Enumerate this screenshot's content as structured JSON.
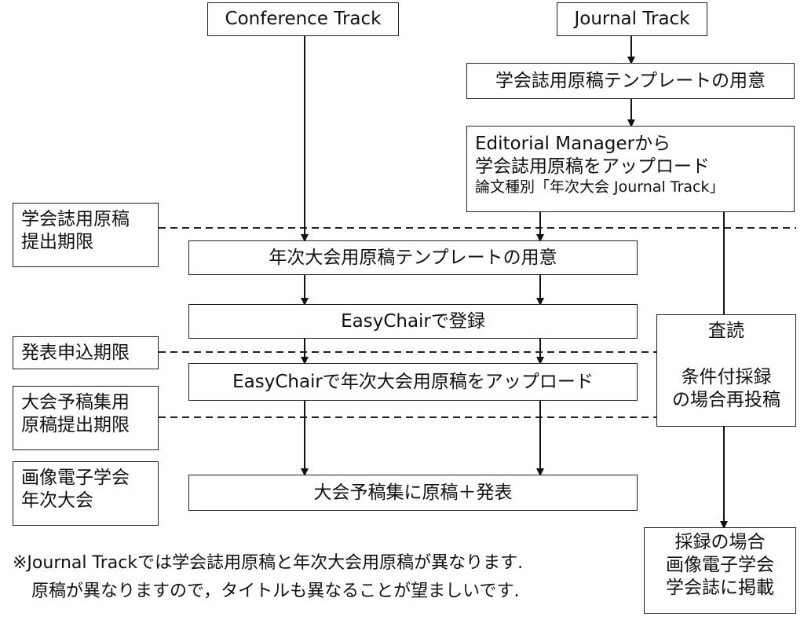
{
  "tracks": {
    "conference": "Conference Track",
    "journal": "Journal Track"
  },
  "journal_steps": {
    "template": "学会誌用原稿テンプレートの用意",
    "upload_line1": "Editorial Managerから",
    "upload_line2": "学会誌用原稿をアップロード",
    "upload_line3": "論文種別「年次大会 Journal Track」"
  },
  "center_steps": {
    "template": "年次大会用原稿テンプレートの用意",
    "register": "EasyChairで登録",
    "upload": "EasyChairで年次大会用原稿をアップロード",
    "present": "大会予稿集に原稿＋発表"
  },
  "deadlines": {
    "journal_line1": "学会誌用原稿",
    "journal_line2": "提出期限",
    "apply": "発表申込期限",
    "proc_line1": "大会予稿集用",
    "proc_line2": "原稿提出期限",
    "conf_line1": "画像電子学会",
    "conf_line2": "年次大会"
  },
  "review": {
    "line1": "査読",
    "line2": "条件付採録",
    "line3": "の場合再投稿"
  },
  "accept": {
    "line1": "採録の場合",
    "line2": "画像電子学会",
    "line3": "学会誌に掲載"
  },
  "footnote": {
    "line1": "※Journal Trackでは学会誌用原稿と年次大会用原稿が異なります.",
    "line2": "原稿が異なりますので，タイトルも異なることが望ましいです."
  }
}
